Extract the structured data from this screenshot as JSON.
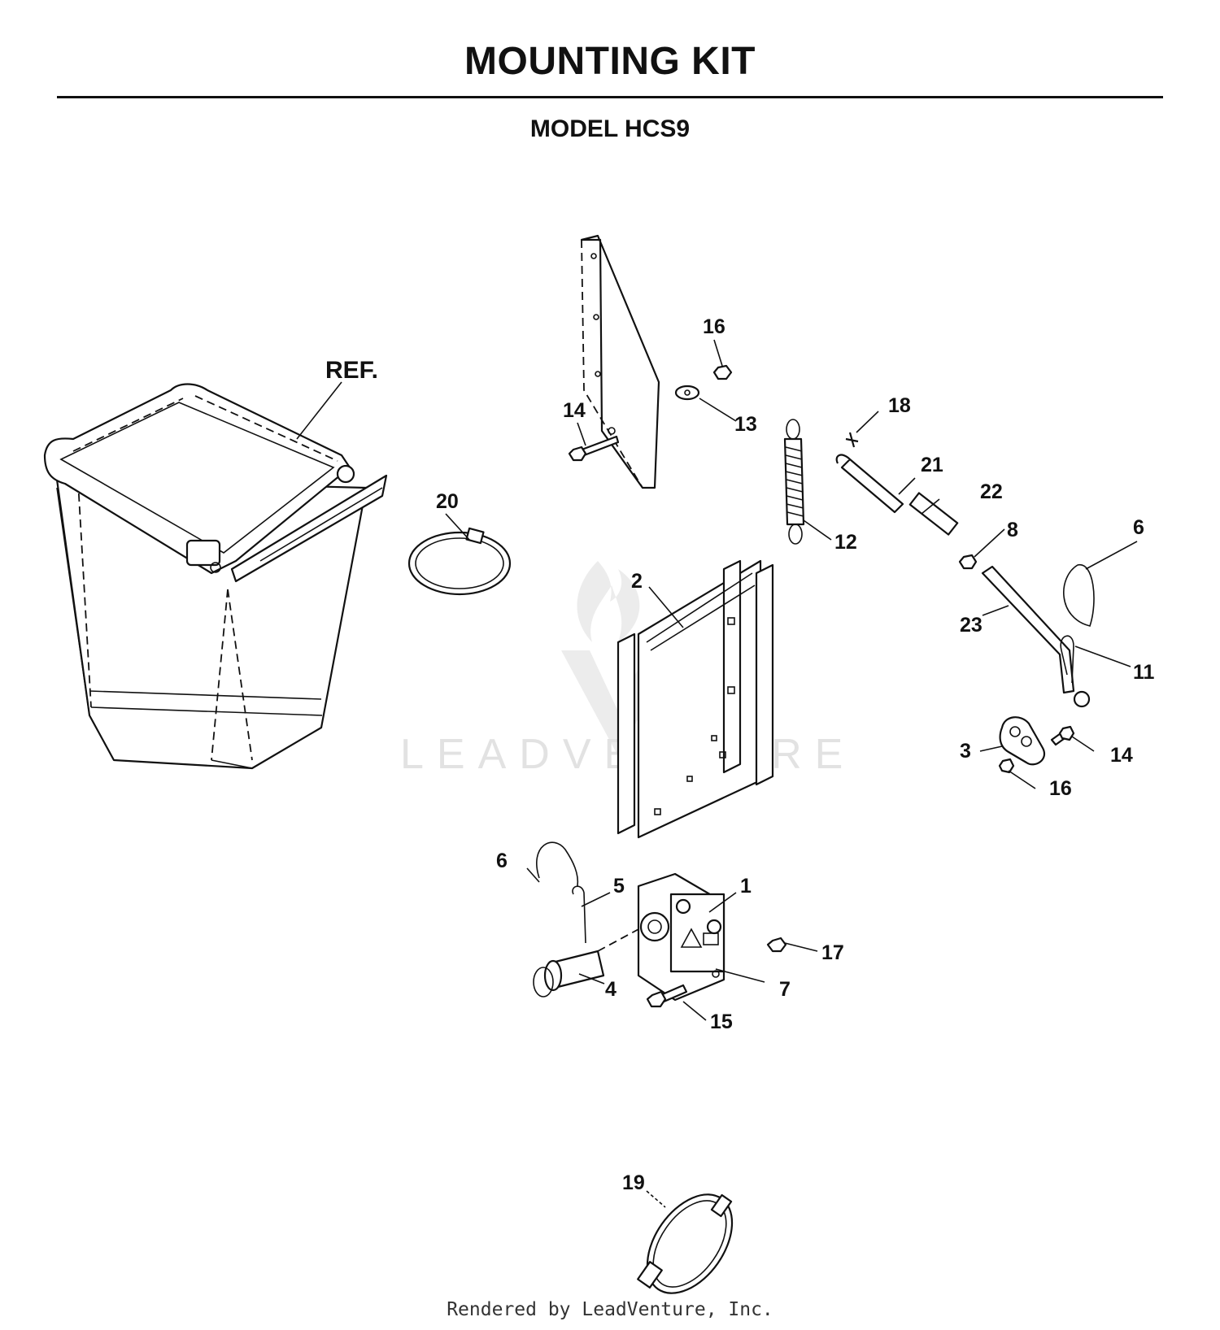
{
  "header": {
    "title": "MOUNTING KIT",
    "subtitle": "MODEL HCS9"
  },
  "callouts": {
    "ref": "REF.",
    "p1": "1",
    "p2": "2",
    "p3": "3",
    "p4": "4",
    "p5": "5",
    "p6a": "6",
    "p6b": "6",
    "p7": "7",
    "p8": "8",
    "p11": "11",
    "p12": "12",
    "p13": "13",
    "p14a": "14",
    "p14b": "14",
    "p15": "15",
    "p16a": "16",
    "p16b": "16",
    "p17": "17",
    "p18": "18",
    "p19": "19",
    "p20": "20",
    "p21": "21",
    "p22": "22",
    "p23": "23"
  },
  "watermark": {
    "text": "LEADVENTURE"
  },
  "footer": {
    "text": "Rendered by LeadVenture, Inc."
  }
}
